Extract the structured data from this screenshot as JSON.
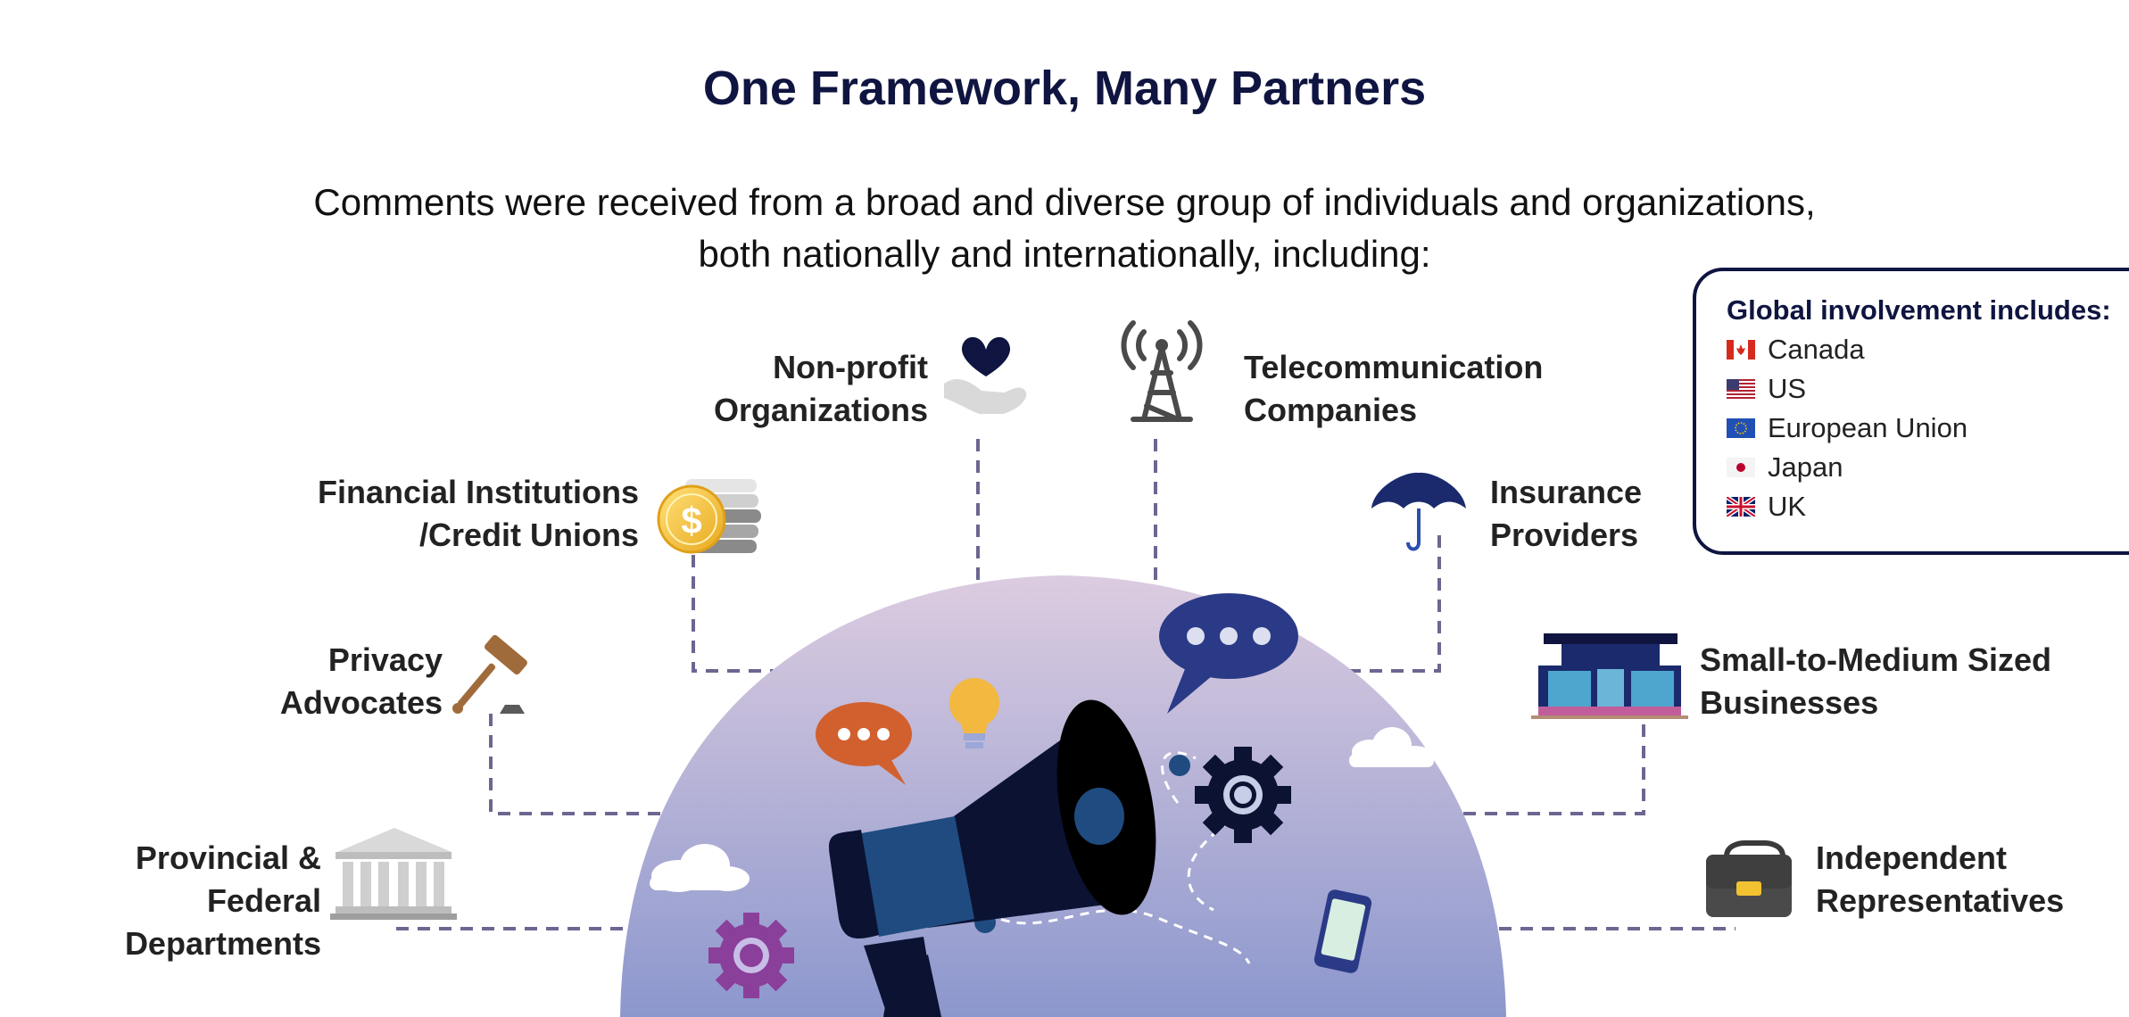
{
  "title": "One Framework, Many Partners",
  "subtitle": {
    "line1": "Comments were received from a broad and diverse group of individuals and organizations,",
    "line2": "both nationally and internationally, including:"
  },
  "partners": {
    "nonprofit": [
      "Non-profit",
      "Organizations"
    ],
    "telecom": [
      "Telecommunication",
      "Companies"
    ],
    "financial": [
      "Financial Institutions",
      "/Credit Unions"
    ],
    "insurance": [
      "Insurance",
      "Providers"
    ],
    "privacy": [
      "Privacy",
      "Advocates"
    ],
    "smb": [
      "Small-to-Medium Sized",
      "Businesses"
    ],
    "government": [
      "Provincial &",
      "Federal",
      "Departments"
    ],
    "independent": [
      "Independent",
      "Representatives"
    ]
  },
  "legend": {
    "title": "Global involvement includes:",
    "items": [
      {
        "label": "Canada",
        "icon": "canada-flag-icon"
      },
      {
        "label": "US",
        "icon": "us-flag-icon"
      },
      {
        "label": "European Union",
        "icon": "eu-flag-icon"
      },
      {
        "label": "Japan",
        "icon": "japan-flag-icon"
      },
      {
        "label": "UK",
        "icon": "uk-flag-icon"
      }
    ]
  },
  "colors": {
    "navy": "#0f1540",
    "dashed_line": "#6b6791",
    "dome_top": "#dcccdf",
    "dome_bottom": "#8f99cf",
    "orange": "#d2602e",
    "purple": "#8a3f9a",
    "gold": "#f2b840"
  }
}
